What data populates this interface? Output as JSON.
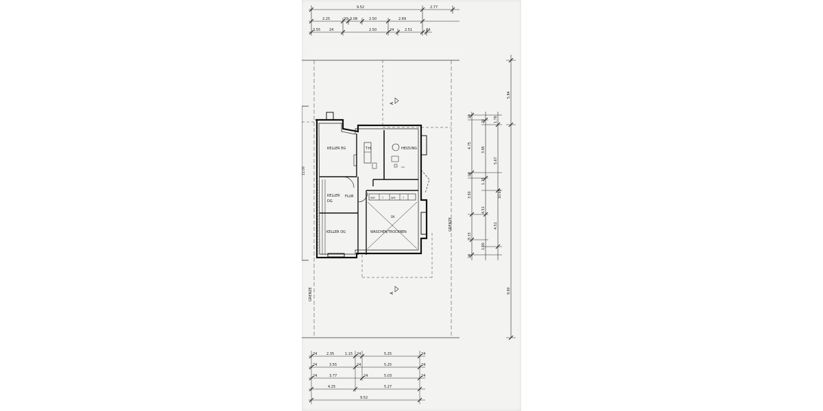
{
  "top_dims": {
    "row1": [
      "9.52",
      "2.77"
    ],
    "row2": [
      "2.25",
      "20",
      "3.08",
      "2.50",
      "2.69"
    ],
    "row3": [
      "3.55",
      "24",
      "2.50",
      "24",
      "2.51",
      "24"
    ]
  },
  "rooms": {
    "keller_eg": "KELLER EG",
    "th": "T.H.",
    "heizung": "HEIZUNG",
    "keller_dg_1": "KELLER",
    "keller_dg_2": "DG",
    "flur": "FLUR",
    "keller_og": "KELLER OG",
    "waschen": "WASCHEN/TROCKNEN",
    "wm": "WM",
    "t": "T",
    "dk": "DK"
  },
  "section_mark": "A",
  "grenze": "GRENZE",
  "right_dims": {
    "outer": [
      "5.84",
      "9.60"
    ],
    "inner_a": [
      "24",
      "4.75",
      "24",
      "3.50",
      "4.51",
      "24",
      "3.33",
      "24"
    ],
    "inner_b": [
      "20",
      "24",
      "3.95",
      "24",
      "1.15",
      "4.51",
      "1.00",
      "24"
    ],
    "inner_c": [
      "24",
      "1.78",
      "5.67",
      "10.65"
    ]
  },
  "left_edge_label": "11.09",
  "bottom_dims": {
    "row1": [
      "24",
      "2.35",
      "1.15",
      "24",
      "5.25",
      "24"
    ],
    "row2": [
      "24",
      "3.55",
      "24",
      "5.25",
      "24"
    ],
    "row3": [
      "24",
      "3.77",
      "24",
      "5.03",
      "24"
    ],
    "row4": [
      "4.25",
      "5.27"
    ],
    "row5": [
      "9.52"
    ]
  }
}
